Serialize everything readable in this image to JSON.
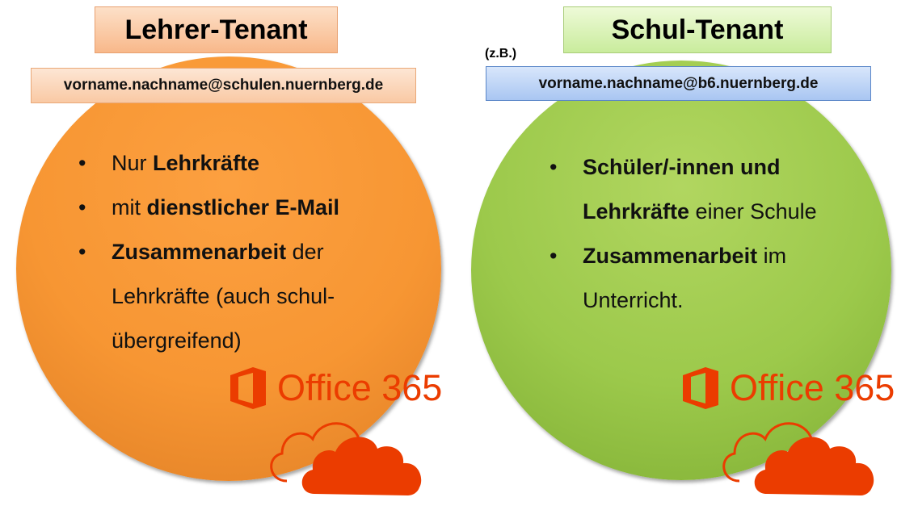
{
  "left": {
    "title": "Lehrer-Tenant",
    "email": "vorname.nachname@schulen.nuernberg.de",
    "bullets": [
      [
        {
          "t": "Nur "
        },
        {
          "t": "Lehrkräfte",
          "b": true
        }
      ],
      [
        {
          "t": "mit "
        },
        {
          "t": "dienstlicher E-Mail",
          "b": true
        }
      ],
      [
        {
          "t": "Zusammenarbeit",
          "b": true
        },
        {
          "t": " der Lehrkräfte (auch schul-übergreifend)"
        }
      ]
    ]
  },
  "right": {
    "title": "Schul-Tenant",
    "note": "(z.B.)",
    "email": "vorname.nachname@b6.nuernberg.de",
    "bullets": [
      [
        {
          "t": "Schüler/-innen und Lehrkräfte",
          "b": true
        },
        {
          "t": " einer Schule"
        }
      ],
      [
        {
          "t": "Zusammenarbeit",
          "b": true
        },
        {
          "t": " im Unterricht."
        }
      ]
    ]
  },
  "logo": {
    "text": "Office 365",
    "color": "#eb3c00"
  },
  "bullet_char": "•"
}
